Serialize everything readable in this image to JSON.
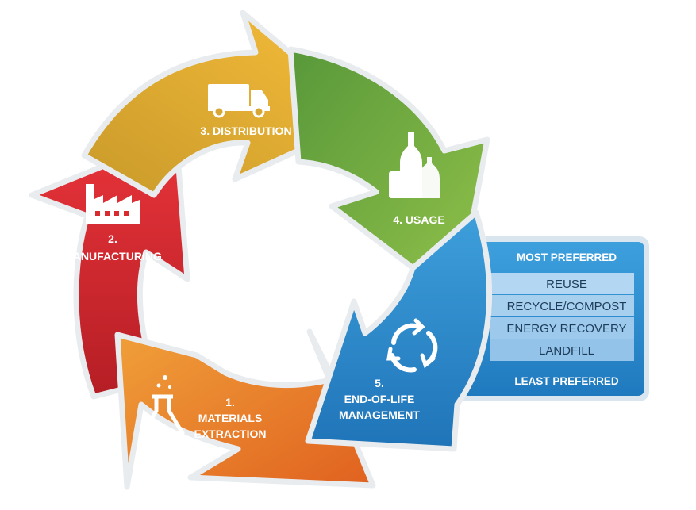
{
  "stages": [
    {
      "number": "1.",
      "lines": [
        "MATERIALS",
        "EXTRACTION"
      ],
      "icon": "flask-icon",
      "color": "#e8772b"
    },
    {
      "number": "2.",
      "lines": [
        "MANUFACTURING"
      ],
      "icon": "factory-icon",
      "color": "#d82a2f"
    },
    {
      "number": "3.",
      "lines": [
        "DISTRIBUTION"
      ],
      "icon": "truck-icon",
      "color": "#e7a930"
    },
    {
      "number": "4.",
      "lines": [
        "USAGE"
      ],
      "icon": "bottles-icon",
      "color": "#75a93b"
    },
    {
      "number": "5.",
      "lines": [
        "END-OF-LIFE",
        "MANAGEMENT"
      ],
      "icon": "recycle-icon",
      "color": "#2b86c5"
    }
  ],
  "preference_panel": {
    "top_label": "MOST PREFERRED",
    "bottom_label": "LEAST PREFERRED",
    "options": [
      "REUSE",
      "RECYCLE/COMPOST",
      "ENERGY RECOVERY",
      "LANDFILL"
    ],
    "colors": {
      "panel": "#2b86c5",
      "rows": "#a9d1ef"
    }
  }
}
